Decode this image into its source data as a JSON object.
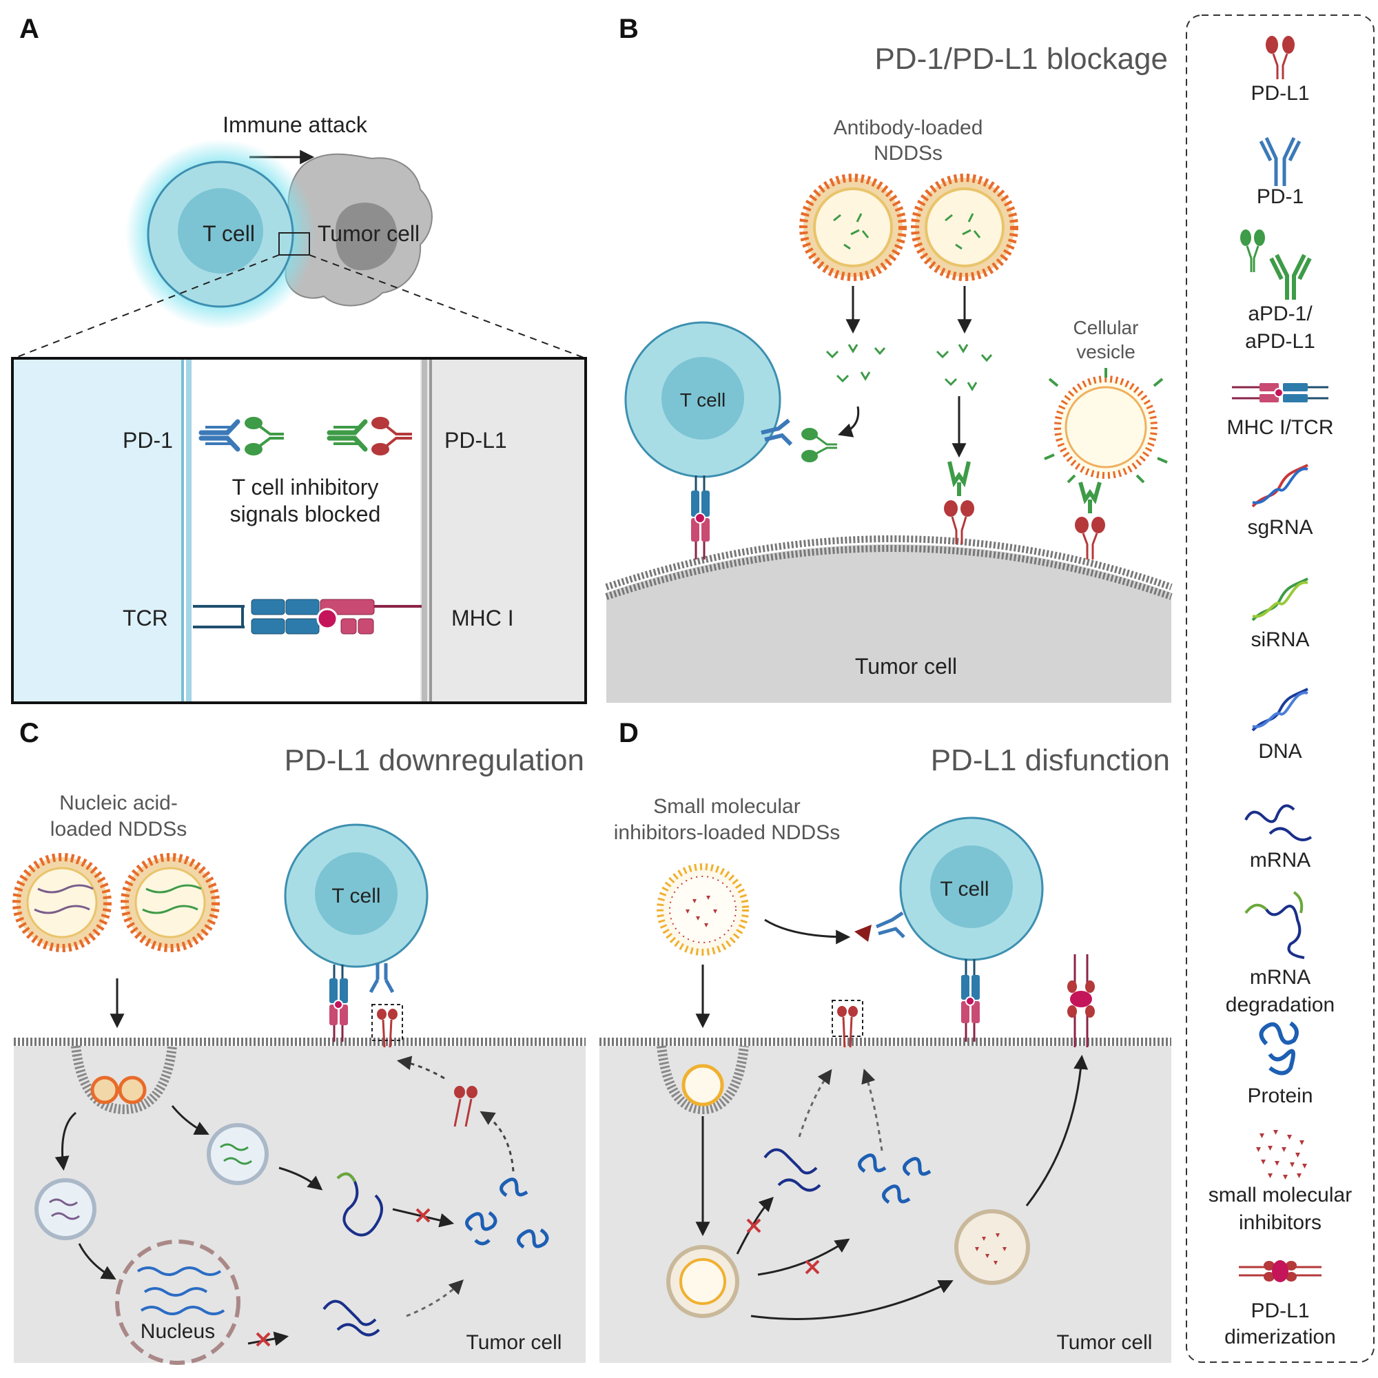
{
  "colors": {
    "pdl1": "#b5383a",
    "pd1": "#3b79b8",
    "antibody": "#3e9b47",
    "mhc": "#c94a72",
    "tcr": "#2d7bab",
    "tcell_fill": "#a9dde6",
    "tcell_nucleus": "#7cc4d3",
    "tumor_fill": "#e3e3e3",
    "nanoparticle_head": "#e86b2a",
    "protein": "#1d5fb3",
    "mrna": "#1a2f8a",
    "cross": "#c9373a"
  },
  "panel_a": {
    "letter": "A",
    "immune_attack": "Immune attack",
    "tcell": "T cell",
    "tumor_cell": "Tumor cell",
    "pd1": "PD-1",
    "pdl1": "PD-L1",
    "blocked_line1": "T cell inhibitory",
    "blocked_line2": "signals blocked",
    "tcr": "TCR",
    "mhc1": "MHC I"
  },
  "panel_b": {
    "letter": "B",
    "title": "PD-1/PD-L1 blockage",
    "np_label_line1": "Antibody-loaded",
    "np_label_line2": "NDDSs",
    "tcell": "T cell",
    "vesicle_line1": "Cellular",
    "vesicle_line2": "vesicle",
    "tumor_cell": "Tumor cell"
  },
  "panel_c": {
    "letter": "C",
    "title": "PD-L1 downregulation",
    "np_label_line1": "Nucleic acid-",
    "np_label_line2": "loaded NDDSs",
    "tcell": "T cell",
    "nucleus": "Nucleus",
    "tumor_cell": "Tumor cell"
  },
  "panel_d": {
    "letter": "D",
    "title": "PD-L1 disfunction",
    "np_label_line1": "Small molecular",
    "np_label_line2": "inhibitors-loaded NDDSs",
    "tcell": "T cell",
    "tumor_cell": "Tumor cell"
  },
  "legend": {
    "items": [
      {
        "icon": "pdl1-icon",
        "lines": [
          "PD-L1"
        ]
      },
      {
        "icon": "pd1-icon",
        "lines": [
          "PD-1"
        ]
      },
      {
        "icon": "antibody-icon",
        "lines": [
          "aPD-1/",
          "aPD-L1"
        ]
      },
      {
        "icon": "mhc-tcr-icon",
        "lines": [
          "MHC I/TCR"
        ]
      },
      {
        "icon": "sgrna-icon",
        "lines": [
          "sgRNA"
        ]
      },
      {
        "icon": "sirna-icon",
        "lines": [
          "siRNA"
        ]
      },
      {
        "icon": "dna-icon",
        "lines": [
          "DNA"
        ]
      },
      {
        "icon": "mrna-icon",
        "lines": [
          "mRNA"
        ]
      },
      {
        "icon": "mrna-degradation-icon",
        "lines": [
          "mRNA",
          "degradation"
        ]
      },
      {
        "icon": "protein-icon",
        "lines": [
          "Protein"
        ]
      },
      {
        "icon": "small-molecule-icon",
        "lines": [
          "small molecular",
          "inhibitors"
        ]
      },
      {
        "icon": "pdl1-dimerization-icon",
        "lines": [
          "PD-L1",
          "dimerization"
        ]
      }
    ]
  }
}
